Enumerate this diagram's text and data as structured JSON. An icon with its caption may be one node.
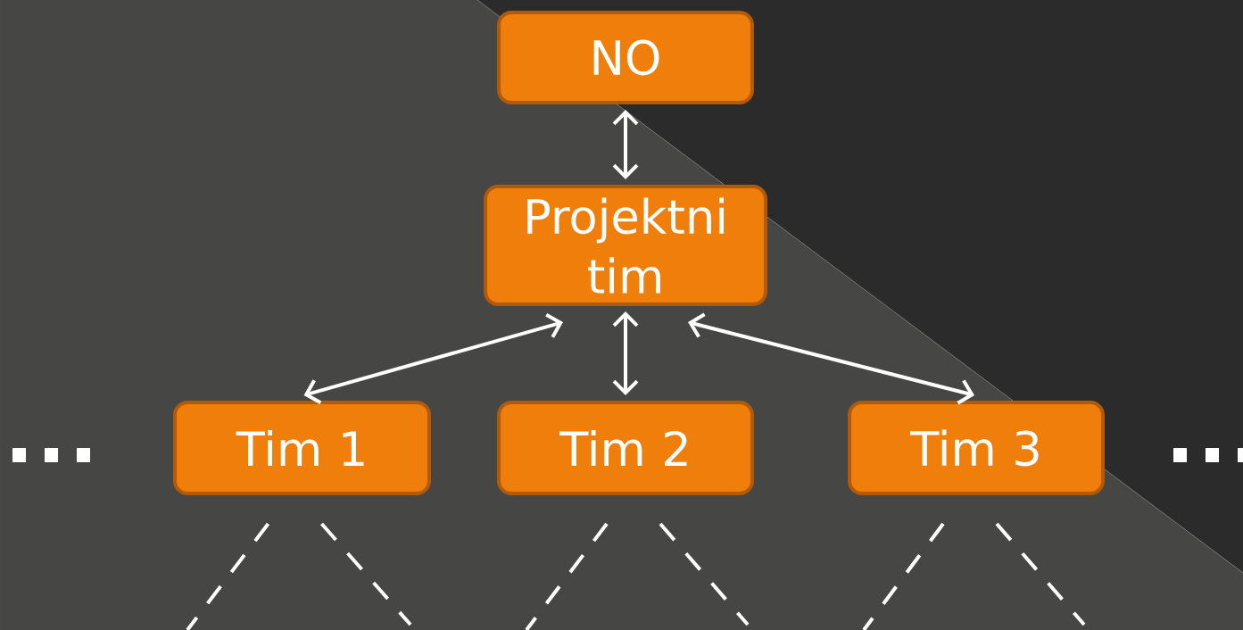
{
  "diagram": {
    "nodes": [
      {
        "text": [
          "NO"
        ]
      },
      {
        "text": [
          "Projektni tim"
        ]
      },
      {
        "text": [
          "Tim 1"
        ]
      },
      {
        "text": [
          "Tim 2"
        ]
      },
      {
        "text": [
          "Tim 3"
        ]
      }
    ],
    "edges": [
      {
        "from": 0,
        "to": 1,
        "arrow": "both"
      },
      {
        "from": 1,
        "to": 2,
        "arrow": "both"
      },
      {
        "from": 1,
        "to": 3,
        "arrow": "both"
      },
      {
        "from": 1,
        "to": 4,
        "arrow": "both"
      },
      {
        "from": 2,
        "to": null,
        "arrow": "none",
        "style": "dashed"
      },
      {
        "from": 2,
        "to": null,
        "arrow": "none",
        "style": "dashed"
      },
      {
        "from": 3,
        "to": null,
        "arrow": "none",
        "style": "dashed"
      },
      {
        "from": 3,
        "to": null,
        "arrow": "none",
        "style": "dashed"
      },
      {
        "from": 4,
        "to": null,
        "arrow": "none",
        "style": "dashed"
      },
      {
        "from": 4,
        "to": null,
        "arrow": "none",
        "style": "dashed"
      }
    ]
  }
}
